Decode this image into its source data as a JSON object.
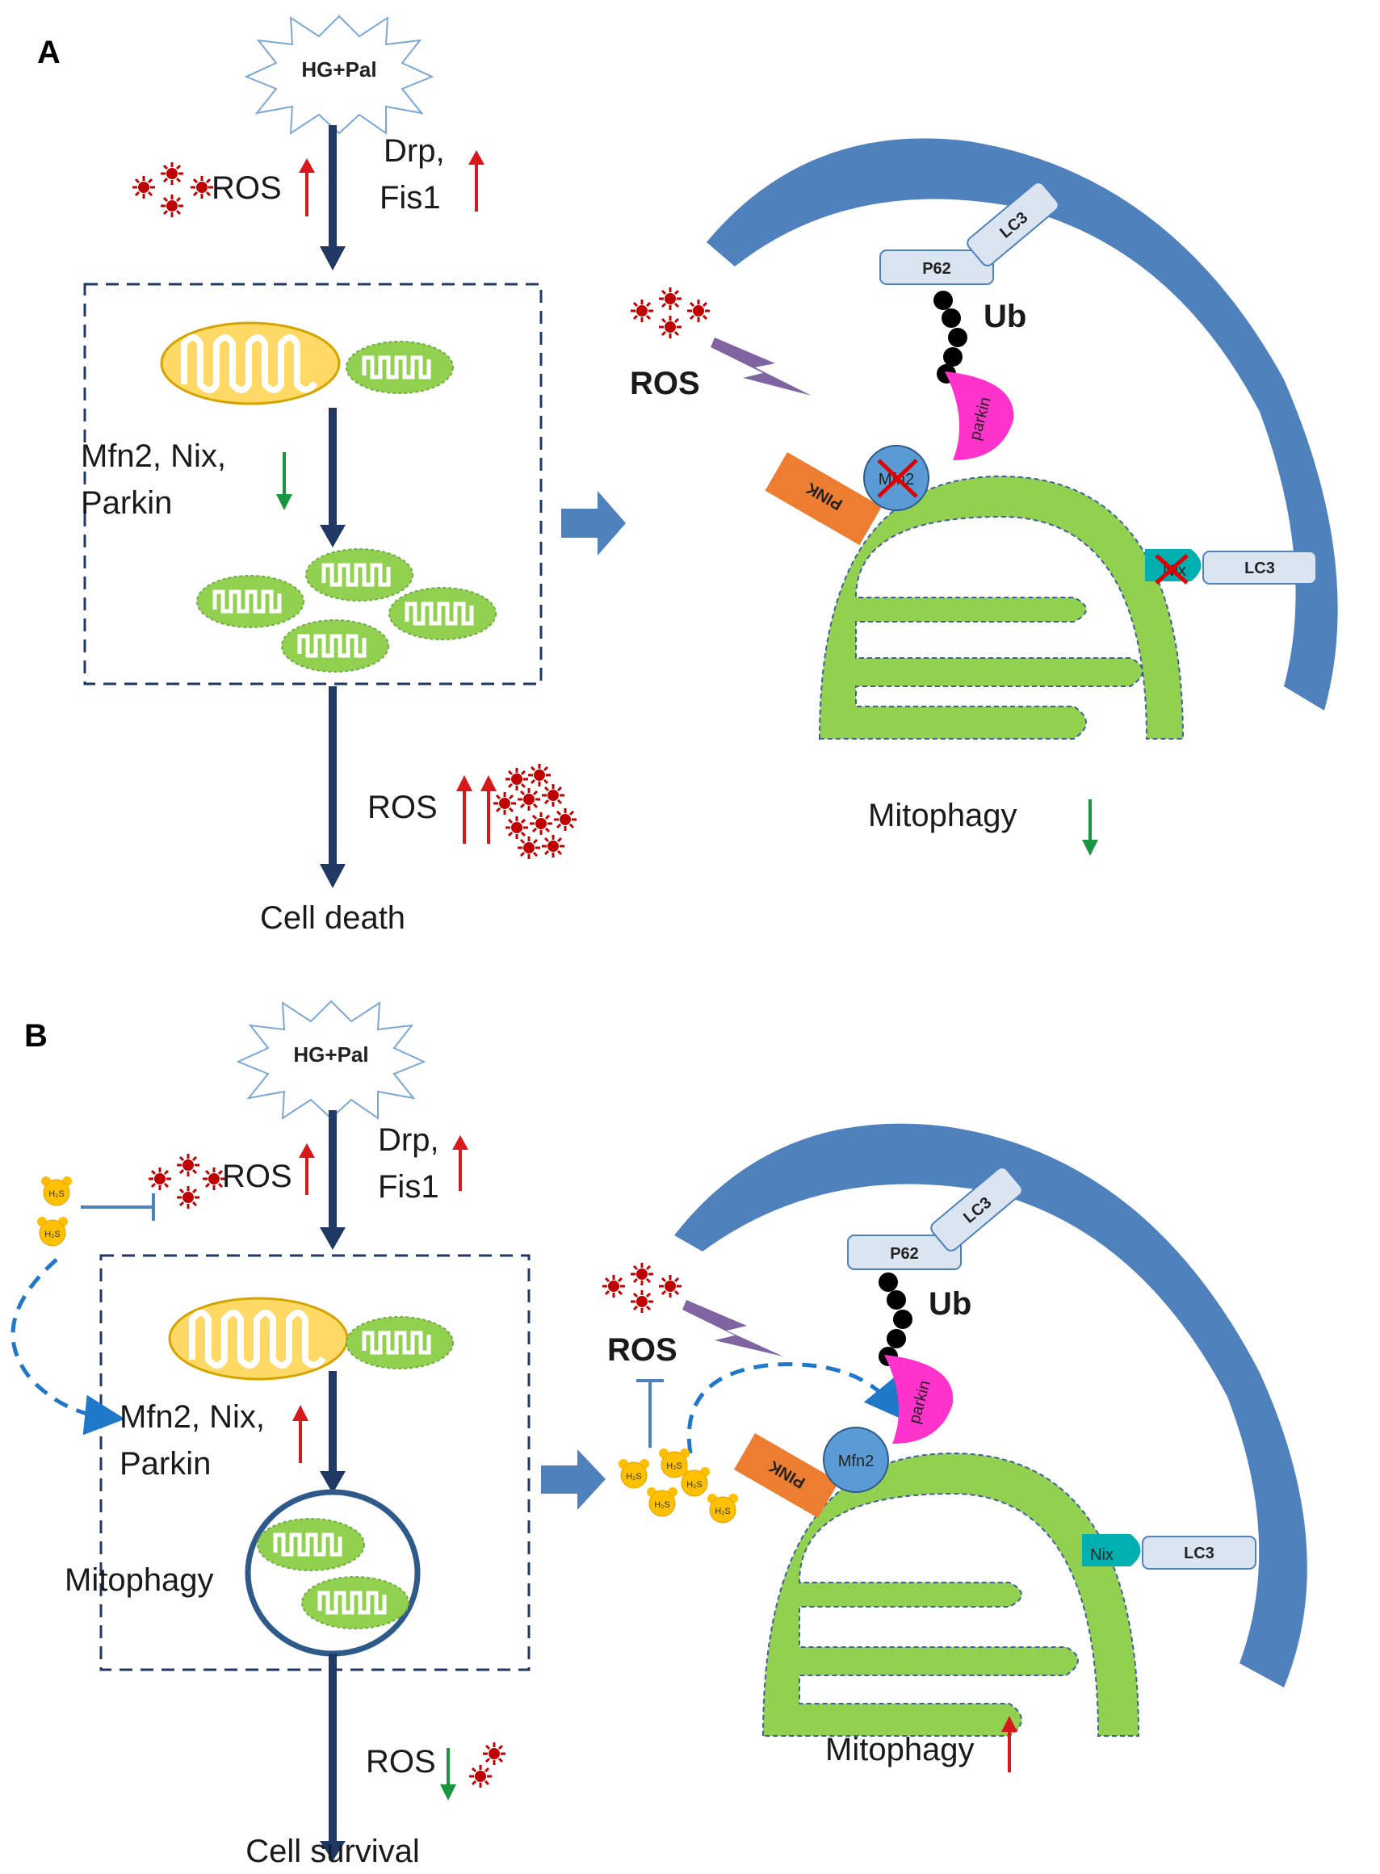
{
  "panels": [
    {
      "letter": "A",
      "trigger": "HG+Pal",
      "ros_label": "ROS",
      "fission_label_1": "Drp,",
      "fission_label_2": "Fis1",
      "mfn_label_1": "Mfn2,  Nix,",
      "mfn_label_2": "Parkin",
      "ros_bottom_label": "ROS",
      "outcome": "Cell death",
      "right_ros": "ROS",
      "p62": "P62",
      "lc3_top": "LC3",
      "ub": "Ub",
      "parkin": "parkin",
      "pink": "PINK",
      "mfn2": "Mfn2",
      "nix": "Nix",
      "lc3_right": "LC3",
      "mitophagy": "Mitophagy"
    },
    {
      "letter": "B",
      "trigger": "HG+Pal",
      "ros_label": "ROS",
      "fission_label_1": "Drp,",
      "fission_label_2": "Fis1",
      "mfn_label_1": "Mfn2,  Nix,",
      "mfn_label_2": "Parkin",
      "mitophagy_left": "Mitophagy",
      "ros_bottom_label": "ROS",
      "outcome": "Cell survival",
      "right_ros": "ROS",
      "p62": "P62",
      "lc3_top": "LC3",
      "ub": "Ub",
      "parkin": "parkin",
      "pink": "PINK",
      "mfn2": "Mfn2",
      "nix": "Nix",
      "lc3_right": "LC3",
      "mitophagy": "Mitophagy",
      "h2s": "H₂S"
    }
  ],
  "colors": {
    "up_arrow": "#d7191c",
    "down_arrow": "#1a9641",
    "main_arrow": "#1f3864",
    "ros_dot": "#c00000",
    "membrane": "#4a7ebb",
    "mito_green": "#92d050",
    "mito_orange": "#ffc000",
    "parkin": "#ff33cc",
    "pink": "#ed7d31",
    "mfn2": "#5b9bd5",
    "h2s": "#ffc000",
    "lightning": "#8064a2",
    "dashed_link": "#1f78c8"
  }
}
